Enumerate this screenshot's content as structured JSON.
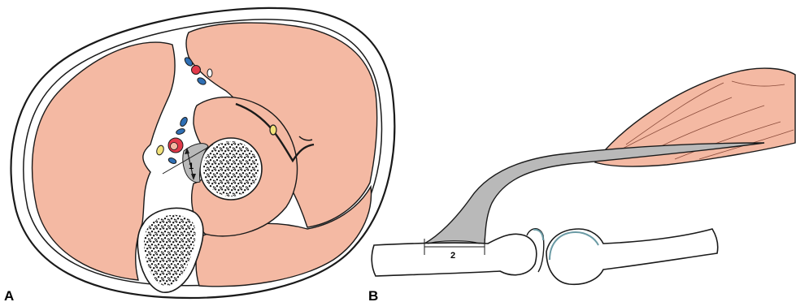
{
  "panels": [
    {
      "letter": "A",
      "measure_label": "1"
    },
    {
      "letter": "B",
      "measure_label": "2"
    }
  ],
  "colors": {
    "muscle": "#f4b9a3",
    "tendon": "#b9b9b9",
    "artery": "#e23a4a",
    "vein": "#2f6fb4",
    "nerve": "#f2e27a",
    "bone_speckle": "#111111",
    "outline": "#1a1a1a"
  }
}
